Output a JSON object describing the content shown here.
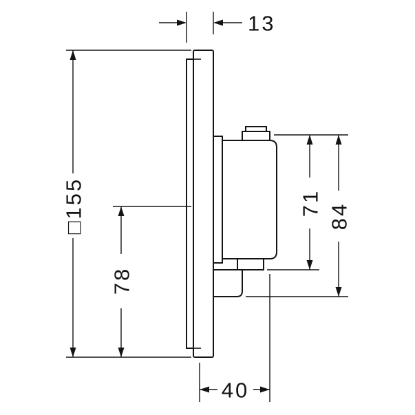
{
  "page": {
    "background": "#ffffff",
    "line_color": "#141414"
  },
  "diagram": {
    "type": "technical-dimension-drawing",
    "view": "side-profile-of-wall-mounted-thermostat-mixer",
    "labels": {
      "plate_depth": "13",
      "plate_square": "□155",
      "center_to_bottom": "78",
      "body_height": "71",
      "overall_height": "84",
      "overall_depth": "40"
    }
  }
}
